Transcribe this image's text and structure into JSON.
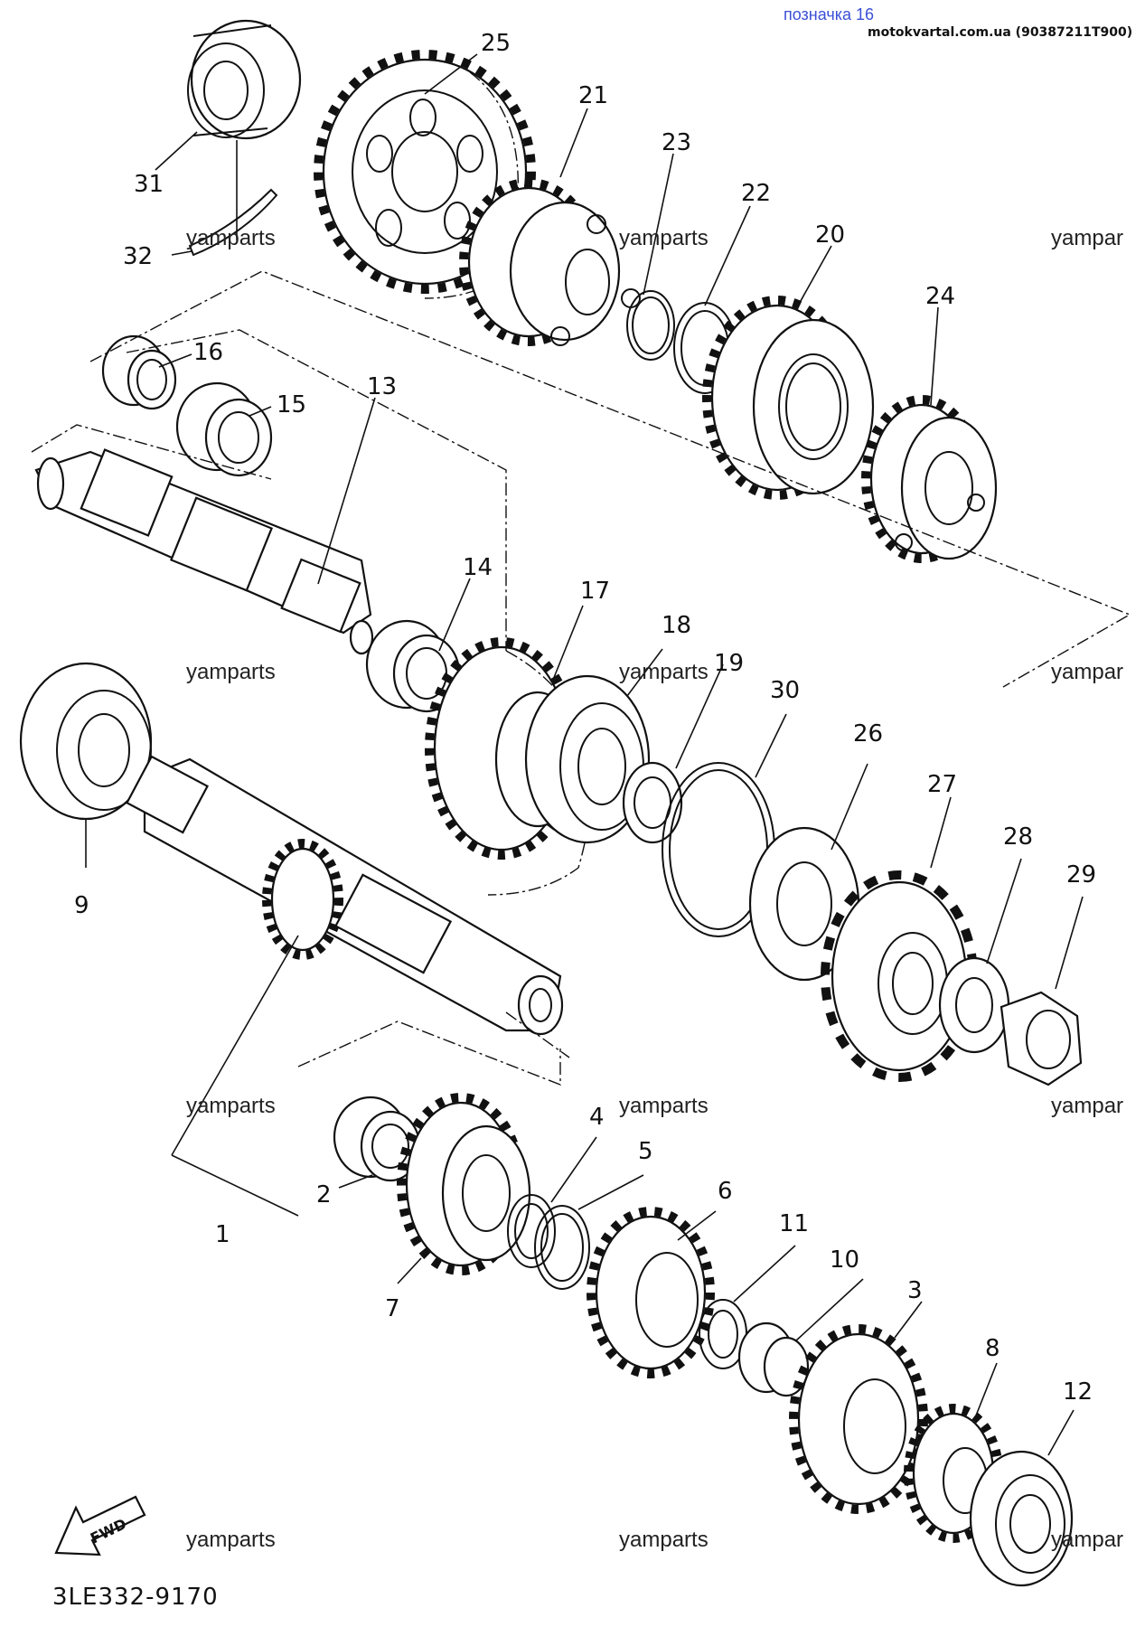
{
  "header": {
    "label": "позначка 16",
    "site": "motokvartal.com.ua (90387211T900)"
  },
  "diagram_code": "3LE332-9170",
  "fwd_label": "FWD",
  "watermark": "yamparts",
  "watermark_cut": "yampar",
  "callouts": [
    "1",
    "2",
    "3",
    "4",
    "5",
    "6",
    "7",
    "8",
    "9",
    "10",
    "11",
    "12",
    "13",
    "14",
    "15",
    "16",
    "17",
    "18",
    "19",
    "20",
    "21",
    "22",
    "23",
    "24",
    "25",
    "26",
    "27",
    "28",
    "29",
    "30",
    "31",
    "32"
  ]
}
